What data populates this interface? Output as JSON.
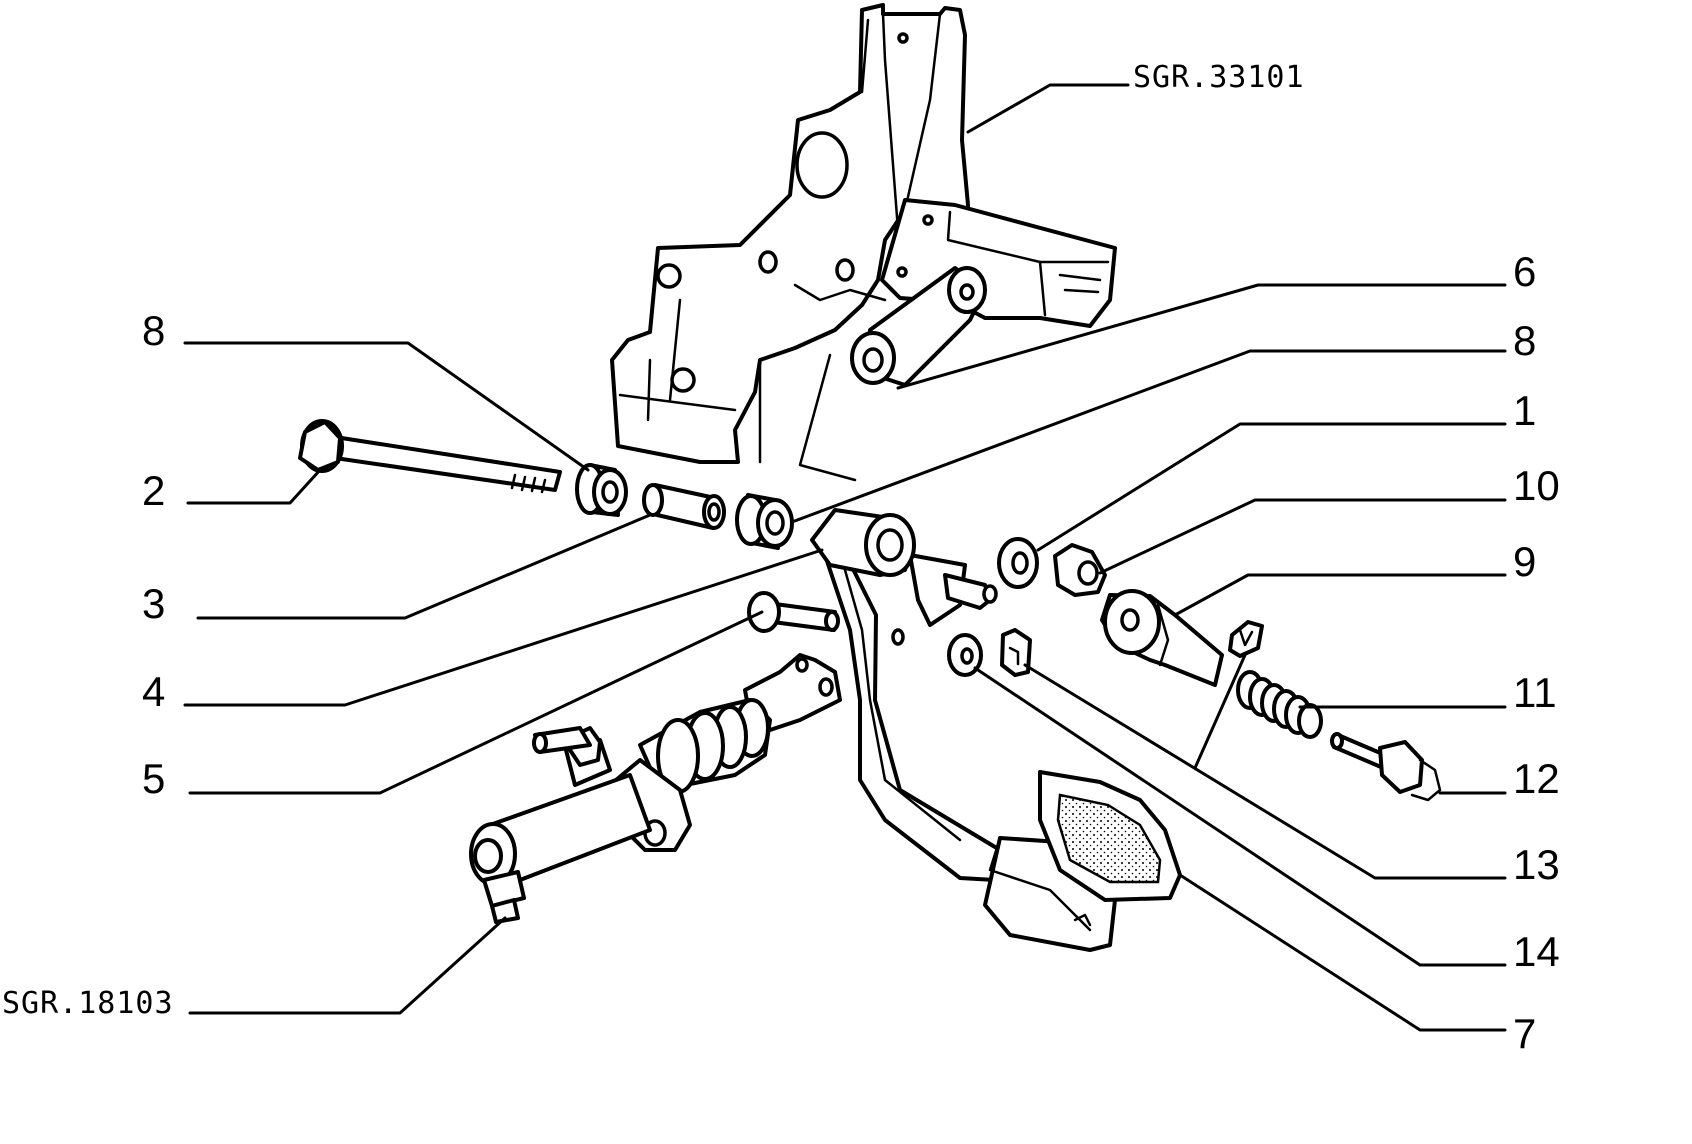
{
  "references": {
    "bracket": "SGR.33101",
    "master_cylinder": "SGR.18103"
  },
  "callouts": {
    "c8_left": "8",
    "c2": "2",
    "c3": "3",
    "c4": "4",
    "c5": "5",
    "c6": "6",
    "c8_right": "8",
    "c1": "1",
    "c10": "10",
    "c9": "9",
    "c11": "11",
    "c12": "12",
    "c13": "13",
    "c14": "14",
    "c7": "7"
  }
}
